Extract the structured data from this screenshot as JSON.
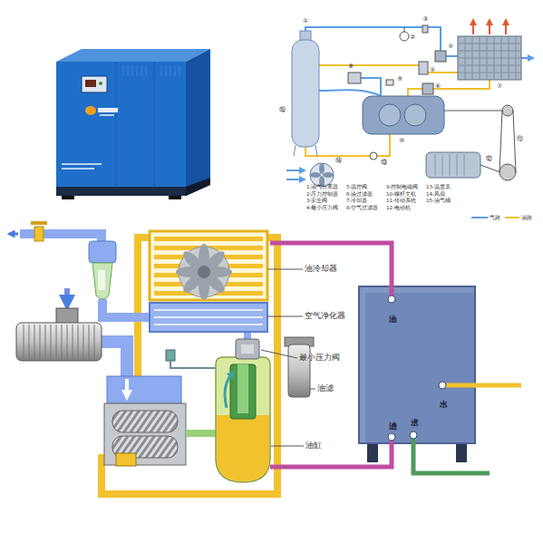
{
  "diagram": {
    "nodes": [
      {
        "text": [
          "油出",
          "水出",
          "油进",
          "水进"
        ]
      }
    ],
    "labels": [
      "①",
      "②",
      "③",
      "④",
      "⑤",
      "⑥",
      "⑦",
      "⑧",
      "⑨",
      "⑩",
      "⑪",
      "⑫",
      "⑬",
      "⑭",
      "⑮",
      "1-油气分离器",
      "2-压力控制器",
      "3-安全阀",
      "4-最小压力阀",
      "5-温控阀",
      "6-油过滤器",
      "7-冷却器",
      "8-空气过滤器",
      "9-控制电磁阀",
      "10-螺杆主机",
      "11-传动系统",
      "12-电动机",
      "13-温度表",
      "14-风扇",
      "15-油气桶",
      "油冷却器",
      "空气净化器",
      "最小压力阀",
      "油滤",
      "油缸"
    ],
    "legend": [
      {
        "text": "气路"
      },
      {
        "text": "油路"
      }
    ]
  }
}
